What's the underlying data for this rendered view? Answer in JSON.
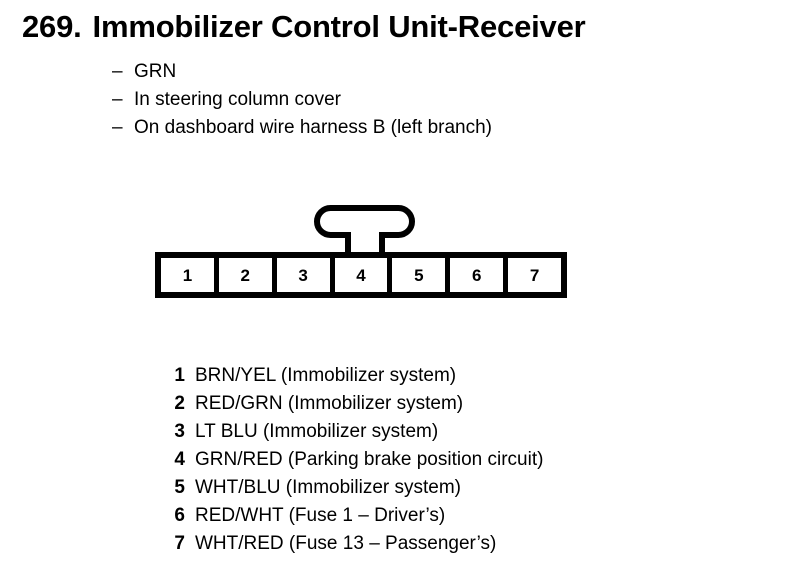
{
  "document": {
    "item_number": "269.",
    "title": "Immobilizer Control Unit-Receiver",
    "bullet_marker": "–",
    "description_lines": [
      "GRN",
      "In steering column cover",
      "On dashboard wire harness B (left branch)"
    ]
  },
  "connector": {
    "pin_count": 7,
    "pins": [
      "1",
      "2",
      "3",
      "4",
      "5",
      "6",
      "7"
    ],
    "lock_tab_over_pin": "4",
    "outline_color": "#000000",
    "cell_fill_color": "#ffffff"
  },
  "legend": {
    "rows": [
      {
        "pin": "1",
        "text": "BRN/YEL (Immobilizer system)"
      },
      {
        "pin": "2",
        "text": "RED/GRN (Immobilizer system)"
      },
      {
        "pin": "3",
        "text": "LT BLU (Immobilizer system)"
      },
      {
        "pin": "4",
        "text": "GRN/RED (Parking brake position circuit)"
      },
      {
        "pin": "5",
        "text": "WHT/BLU (Immobilizer system)"
      },
      {
        "pin": "6",
        "text": "RED/WHT (Fuse 1 – Driver’s)"
      },
      {
        "pin": "7",
        "text": "WHT/RED (Fuse 13 – Passenger’s)"
      }
    ]
  }
}
